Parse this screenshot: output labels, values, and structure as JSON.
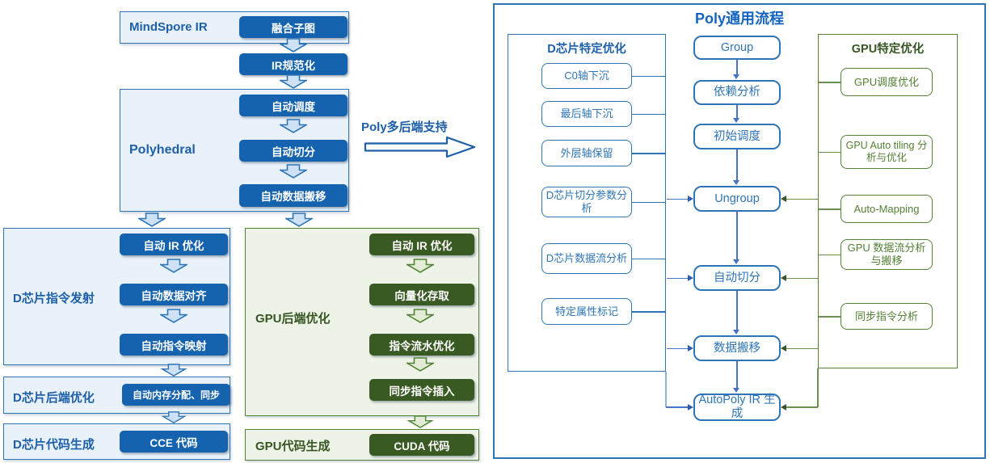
{
  "colors": {
    "node_blue": "#1563ae",
    "container_blue_bg": "#e9f1fa",
    "border_blue": "#2e75b6",
    "label_blue": "#1d5fa8",
    "node_green": "#3a5a23",
    "container_green_bg": "#eef3e7",
    "border_green": "#538135",
    "label_green": "#375623",
    "connector_blue": "#4472c4",
    "connector_green": "#6a8f50",
    "panel_title_blue": "#1565c0"
  },
  "left_flow": {
    "mindspore_label": "MindSpore IR",
    "fused_subgraph": "融合子图",
    "ir_normalization": "IR规范化",
    "polyhedral_label": "Polyhedral",
    "poly_steps": [
      "自动调度",
      "自动切分",
      "自动数据搬移"
    ],
    "multi_backend_label": "Poly多后端支持",
    "d_instr_label": "D芯片指令发射",
    "d_instr_steps": [
      "自动 IR 优化",
      "自动数据对齐",
      "自动指令映射"
    ],
    "d_backend_label": "D芯片后端优化",
    "d_backend_box": "自动内存分配、同步",
    "d_codegen_label": "D芯片代码生成",
    "d_codegen_box": "CCE 代码",
    "gpu_backend_label": "GPU后端优化",
    "gpu_steps": [
      "自动 IR 优化",
      "向量化存取",
      "指令流水优化",
      "同步指令插入"
    ],
    "gpu_codegen_label": "GPU代码生成",
    "gpu_codegen_box": "CUDA 代码"
  },
  "right_panel": {
    "title": "Poly通用流程",
    "d_col_header": "D芯片特定优化",
    "d_col_items": [
      "C0轴下沉",
      "最后轴下沉",
      "外层轴保留",
      "D芯片切分参数分析",
      "D芯片数据流分析",
      "特定属性标记"
    ],
    "mid_items": [
      "Group",
      "依赖分析",
      "初始调度",
      "Ungroup",
      "自动切分",
      "数据搬移",
      "AutoPoly IR 生成"
    ],
    "gpu_col_header": "GPU特定优化",
    "gpu_col_items": [
      "GPU调度优化",
      "GPU Auto tiling 分析与优化",
      "Auto-Mapping",
      "GPU 数据流分析与搬移",
      "同步指令分析"
    ]
  }
}
